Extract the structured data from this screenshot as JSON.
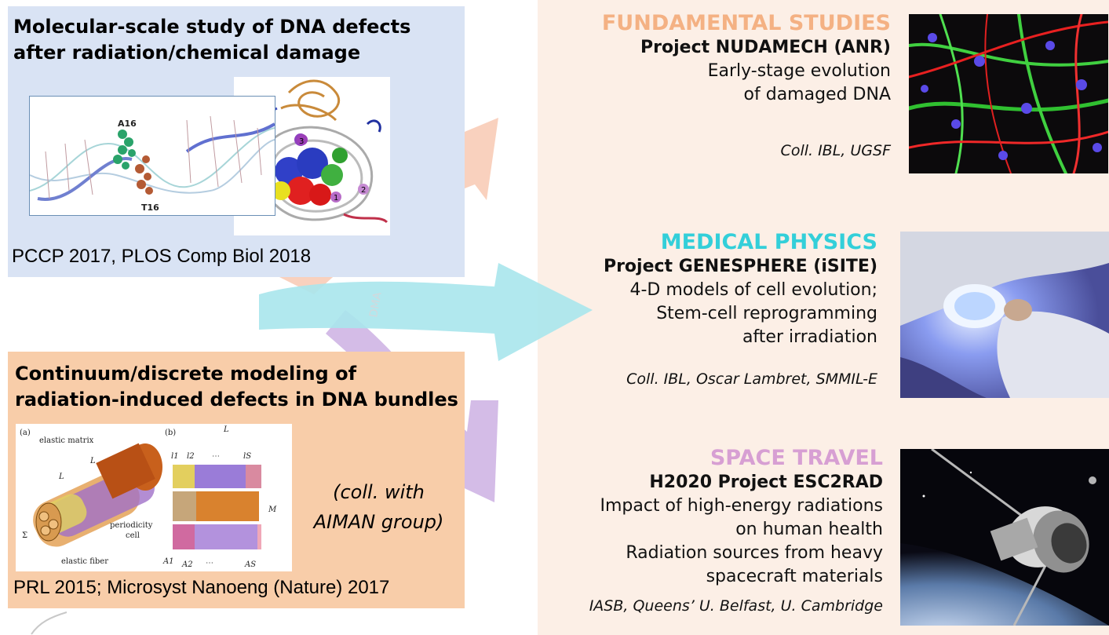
{
  "left": {
    "box1": {
      "title": "Molecular-scale study of DNA defects after radiation/chemical damage",
      "ref": "PCCP 2017, PLOS Comp Biol 2018",
      "image_labels": {
        "a16": "A16",
        "t16": "T16",
        "n1": "1",
        "n2": "2",
        "n3": "3"
      }
    },
    "box2": {
      "title": "Continuum/discrete modeling of radiation-induced defects in DNA bundles",
      "ref": "PRL 2015; Microsyst Nanoeng (Nature) 2017",
      "coll_line1": "(coll. with",
      "coll_line2": "AIMAN group)",
      "figure_labels": {
        "a": "(a)",
        "b": "(b)",
        "elastic_matrix": "elastic matrix",
        "elastic_fiber": "elastic fiber",
        "periodicity": "periodicity",
        "cell": "cell",
        "L": "L",
        "Sigma": "Σ",
        "M": "M",
        "l1": "l1",
        "l2": "l2",
        "ls": "lS",
        "A1": "A1",
        "A2": "A2",
        "As": "AS",
        "dots": "⋯"
      }
    }
  },
  "right": {
    "fundamental": {
      "title": "FUNDAMENTAL STUDIES",
      "project": "Project NUDAMECH (ANR)",
      "desc1": "Early-stage evolution",
      "desc2": "of damaged DNA",
      "coll": "Coll. IBL, UGSF"
    },
    "medical": {
      "title": "MEDICAL PHYSICS",
      "project": "Project GENESPHERE (iSITE)",
      "desc1": "4-D models of cell evolution;",
      "desc2": "Stem-cell reprogramming",
      "desc3": "after irradiation",
      "coll": "Coll. IBL, Oscar Lambret, SMMIL-E"
    },
    "space": {
      "title": "SPACE TRAVEL",
      "project": "H2020 Project ESC2RAD",
      "desc1": "Impact of high-energy radiations",
      "desc2": "on human health",
      "desc3": "Radiation sources from heavy",
      "desc4": "spacecraft materials",
      "coll": "IASB, Queens’ U. Belfast, U. Cambridge"
    }
  },
  "colors": {
    "fundamental_title": "#f4b183",
    "medical_title": "#33cfd9",
    "space_title": "#d79fd3",
    "blue_box": "#d9e3f4",
    "orange_box": "#f8cda9",
    "right_bg": "#fcefe6"
  },
  "icons": [
    "arrow-orange-icon",
    "arrow-cyan-icon",
    "arrow-purple-icon"
  ]
}
